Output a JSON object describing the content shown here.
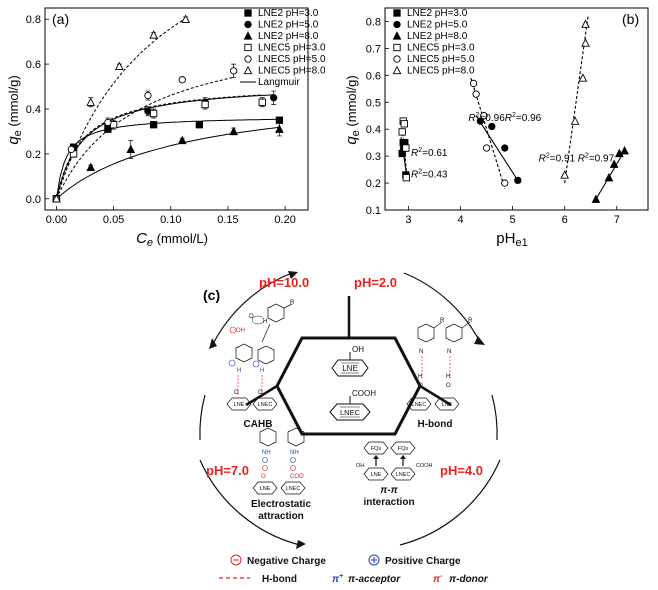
{
  "chart_data": [
    {
      "type": "scatter",
      "panel": "(a)",
      "xlabel": "C_e (mmol/L)",
      "ylabel": "q_e (mmol/g)",
      "xlim": [
        -0.01,
        0.22
      ],
      "ylim": [
        -0.05,
        0.85
      ],
      "xticks": [
        "0.00",
        "0.05",
        "0.10",
        "0.15",
        "0.20"
      ],
      "yticks": [
        "0.0",
        "0.2",
        "0.4",
        "0.6",
        "0.8"
      ],
      "grid": false,
      "legend_position": "top-right",
      "fit_label": "Langmuir",
      "series": [
        {
          "name": "LNE2  pH=3.0",
          "marker": "square-filled",
          "fit_dash": "solid",
          "fit": {
            "qm": 0.37,
            "K": 115
          },
          "points": [
            [
              0.0,
              0.0
            ],
            [
              0.015,
              0.23
            ],
            [
              0.045,
              0.31
            ],
            [
              0.085,
              0.33
            ],
            [
              0.125,
              0.33
            ],
            [
              0.195,
              0.35
            ]
          ],
          "errors": [
            0,
            0.01,
            0.01,
            0.01,
            0.01,
            0.01
          ]
        },
        {
          "name": "LNE2  pH=5.0",
          "marker": "circle-filled",
          "fit_dash": "solid",
          "fit": {
            "qm": 0.52,
            "K": 43
          },
          "points": [
            [
              0.0,
              0.0
            ],
            [
              0.015,
              0.23
            ],
            [
              0.045,
              0.33
            ],
            [
              0.08,
              0.39
            ],
            [
              0.13,
              0.43
            ],
            [
              0.19,
              0.45
            ]
          ],
          "errors": [
            0,
            0.015,
            0.02,
            0.02,
            0.02,
            0.03
          ]
        },
        {
          "name": "LNE2  pH=8.0",
          "marker": "triangle-filled",
          "fit_dash": "solid",
          "fit": {
            "qm": 0.5,
            "K": 9
          },
          "points": [
            [
              0.0,
              0.0
            ],
            [
              0.03,
              0.14
            ],
            [
              0.065,
              0.22
            ],
            [
              0.11,
              0.26
            ],
            [
              0.155,
              0.3
            ],
            [
              0.195,
              0.31
            ]
          ],
          "errors": [
            0,
            0.01,
            0.04,
            0.01,
            0.015,
            0.03
          ]
        },
        {
          "name": "LNEC5  pH=3.0",
          "marker": "square-open",
          "fit_dash": "dash",
          "fit": {
            "qm": 0.52,
            "K": 45
          },
          "points": [
            [
              0.0,
              0.0
            ],
            [
              0.015,
              0.2
            ],
            [
              0.05,
              0.33
            ],
            [
              0.085,
              0.38
            ],
            [
              0.13,
              0.42
            ],
            [
              0.18,
              0.43
            ]
          ],
          "errors": [
            0,
            0.015,
            0.02,
            0.02,
            0.02,
            0.02
          ]
        },
        {
          "name": "LNEC5  pH=5.0",
          "marker": "circle-open",
          "fit_dash": "dash",
          "fit": {
            "qm": 0.79,
            "K": 14
          },
          "points": [
            [
              0.0,
              0.0
            ],
            [
              0.013,
              0.22
            ],
            [
              0.045,
              0.34
            ],
            [
              0.08,
              0.46
            ],
            [
              0.11,
              0.53
            ],
            [
              0.155,
              0.57
            ]
          ],
          "errors": [
            0,
            0.01,
            0.02,
            0.02,
            0.01,
            0.03
          ]
        },
        {
          "name": "LNEC5  pH=8.0",
          "marker": "triangle-open",
          "fit_dash": "dash",
          "fit": {
            "qm": 1.45,
            "K": 11
          },
          "points": [
            [
              0.0,
              0.0
            ],
            [
              0.03,
              0.43
            ],
            [
              0.055,
              0.59
            ],
            [
              0.085,
              0.73
            ],
            [
              0.113,
              0.8
            ]
          ],
          "errors": [
            0,
            0.02,
            0.01,
            0.01,
            0.01
          ]
        }
      ]
    },
    {
      "type": "scatter",
      "panel": "(b)",
      "xlabel": "pH_e1",
      "ylabel": "q_e (mmol/g)",
      "xlim": [
        2.55,
        7.6
      ],
      "ylim": [
        0.1,
        0.85
      ],
      "xticks": [
        "3",
        "4",
        "5",
        "6",
        "7"
      ],
      "yticks": [
        "0.1",
        "0.2",
        "0.3",
        "0.4",
        "0.5",
        "0.6",
        "0.7",
        "0.8"
      ],
      "grid": false,
      "legend_position": "top-left",
      "series": [
        {
          "name": "LNE2  pH=3.0",
          "marker": "square-filled",
          "points": [
            [
              2.9,
              0.35
            ],
            [
              2.93,
              0.35
            ],
            [
              2.91,
              0.33
            ],
            [
              2.88,
              0.31
            ],
            [
              2.95,
              0.23
            ]
          ],
          "line": [
            [
              2.86,
              0.37
            ],
            [
              2.98,
              0.21
            ]
          ],
          "dash": "solid"
        },
        {
          "name": "LNE2  pH=5.0",
          "marker": "circle-filled",
          "points": [
            [
              4.38,
              0.43
            ],
            [
              4.45,
              0.45
            ],
            [
              4.6,
              0.41
            ],
            [
              4.85,
              0.33
            ],
            [
              5.1,
              0.21
            ]
          ],
          "line": [
            [
              4.3,
              0.45
            ],
            [
              5.1,
              0.21
            ]
          ],
          "dash": "solid"
        },
        {
          "name": "LNE2  pH=8.0",
          "marker": "triangle-filled",
          "points": [
            [
              6.6,
              0.14
            ],
            [
              6.85,
              0.22
            ],
            [
              6.95,
              0.27
            ],
            [
              7.05,
              0.31
            ],
            [
              7.15,
              0.32
            ]
          ],
          "line": [
            [
              6.6,
              0.14
            ],
            [
              7.15,
              0.32
            ]
          ],
          "dash": "solid"
        },
        {
          "name": "LNEC5  pH=3.0",
          "marker": "square-open",
          "points": [
            [
              2.9,
              0.43
            ],
            [
              2.92,
              0.42
            ],
            [
              2.88,
              0.39
            ],
            [
              2.95,
              0.33
            ],
            [
              2.96,
              0.22
            ]
          ],
          "line": [
            [
              2.86,
              0.44
            ],
            [
              2.98,
              0.21
            ]
          ],
          "dash": "dash"
        },
        {
          "name": "LNEC5  pH=5.0",
          "marker": "circle-open",
          "points": [
            [
              4.25,
              0.57
            ],
            [
              4.3,
              0.53
            ],
            [
              4.45,
              0.45
            ],
            [
              4.5,
              0.33
            ],
            [
              4.85,
              0.2
            ]
          ],
          "line": [
            [
              4.2,
              0.59
            ],
            [
              4.85,
              0.18
            ]
          ],
          "dash": "dash"
        },
        {
          "name": "LNEC5  pH=8.0",
          "marker": "triangle-open",
          "points": [
            [
              6.0,
              0.23
            ],
            [
              6.2,
              0.43
            ],
            [
              6.35,
              0.59
            ],
            [
              6.4,
              0.72
            ],
            [
              6.4,
              0.79
            ]
          ],
          "line": [
            [
              6.0,
              0.2
            ],
            [
              6.45,
              0.82
            ]
          ],
          "dash": "dash"
        }
      ],
      "annotations": [
        "R²=0.96",
        "R²=0.96",
        "R²=0.91",
        "R²=0.97",
        "R²=0.61",
        "R²=0.43"
      ]
    }
  ],
  "panel_a": {
    "label": "(a)",
    "ylabel_main": "q",
    "ylabel_sub": "e",
    "ylabel_unit": " (mmol/g)",
    "xlabel_main": "C",
    "xlabel_sub": "e",
    "xlabel_unit": " (mmol/L)",
    "legend": [
      {
        "label": "LNE2    pH=3.0"
      },
      {
        "label": "LNE2    pH=5.0"
      },
      {
        "label": "LNE2    pH=8.0"
      },
      {
        "label": "LNEC5  pH=3.0"
      },
      {
        "label": "LNEC5  pH=5.0"
      },
      {
        "label": "LNEC5  pH=8.0"
      },
      {
        "label": "Langmuir"
      }
    ]
  },
  "panel_b": {
    "label": "(b)",
    "ylabel_main": "q",
    "ylabel_sub": "e",
    "ylabel_unit": " (mmol/g)",
    "xlabel_main": "pH",
    "xlabel_sub": "e1",
    "r2": [
      {
        "text": "=0.96"
      },
      {
        "text": "=0.96"
      },
      {
        "text": "=0.91"
      },
      {
        "text": "=0.97"
      },
      {
        "text": "=0.61"
      },
      {
        "text": "=0.43"
      }
    ],
    "r2_prefix": "R",
    "r2_sup": "2"
  },
  "panel_c": {
    "label": "(c)",
    "ph_top_left": "pH=10.0",
    "ph_top_right": "pH=2.0",
    "ph_left": "pH=7.0",
    "ph_right": "pH=4.0",
    "sectors": {
      "cahb": "CAHB",
      "hbond": "H-bond",
      "electrostatic_1": "Electrostatic",
      "electrostatic_2": "attraction",
      "pipi_1": "π-π",
      "pipi_2": "interaction"
    },
    "center": {
      "lne": "LNE",
      "lnec": "LNEC",
      "oh": "OH",
      "cooh": "COOH"
    },
    "small": {
      "lne": "LNE",
      "lnec": "LNEC",
      "fqs": "FQs",
      "oh": "OH",
      "cooh": "COOH",
      "coo": "COO",
      "o": "O",
      "h": "H",
      "n": "N",
      "nh": "NH",
      "r": "R"
    },
    "legend": {
      "negative": "Negative Charge",
      "positive": "Positive Charge",
      "hbond": "H-bond",
      "acceptor_sym": "π",
      "acceptor_sup": "+",
      "acceptor": "π-acceptor",
      "donor_sym": "π",
      "donor_sup": "-",
      "donor": "π-donor"
    },
    "colors": {
      "accent": "#e8231f",
      "positive": "#2244cc",
      "line": "#111111"
    }
  }
}
